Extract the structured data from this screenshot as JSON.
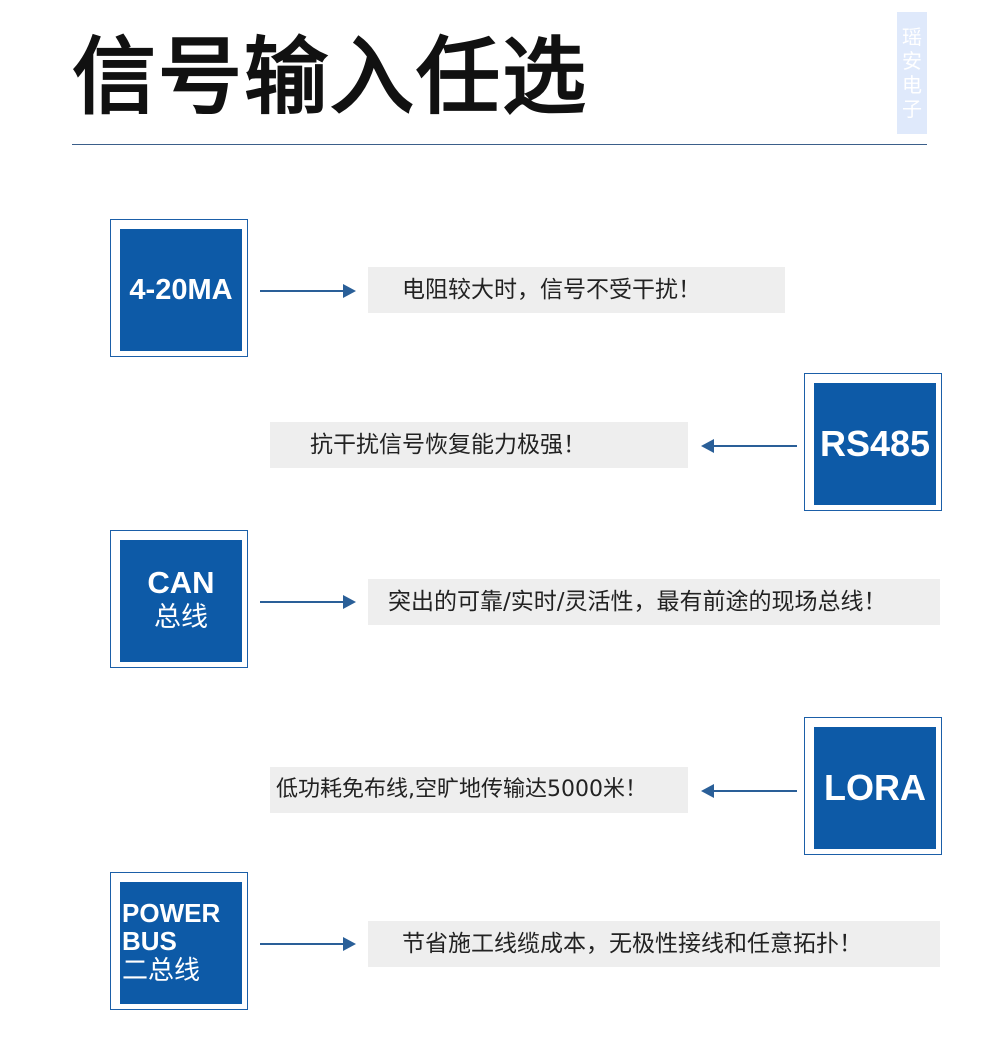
{
  "title": "信号输入任选",
  "watermark": [
    "瑶",
    "安",
    "电",
    "子"
  ],
  "colors": {
    "box_fill": "#0d5aa7",
    "box_border": "#1b5fa8",
    "arrow": "#2a5f98",
    "desc_bg": "#eeeeee"
  },
  "rows": [
    {
      "box_en": "4-20MA",
      "box_zh": "",
      "description": "电阻较大时，信号不受干扰！",
      "arrow_direction": "right"
    },
    {
      "box_en": "RS485",
      "box_zh": "",
      "description": "抗干扰信号恢复能力极强！",
      "arrow_direction": "left"
    },
    {
      "box_en": "CAN",
      "box_zh": "总线",
      "description": "突出的可靠/实时/灵活性，最有前途的现场总线！",
      "arrow_direction": "right"
    },
    {
      "box_en": "LORA",
      "box_zh": "",
      "description": "低功耗免布线,空旷地传输达5000米！",
      "arrow_direction": "left"
    },
    {
      "box_en": "POWER BUS",
      "box_zh": "二总线",
      "description": "节省施工线缆成本，无极性接线和任意拓扑！",
      "arrow_direction": "right"
    }
  ]
}
